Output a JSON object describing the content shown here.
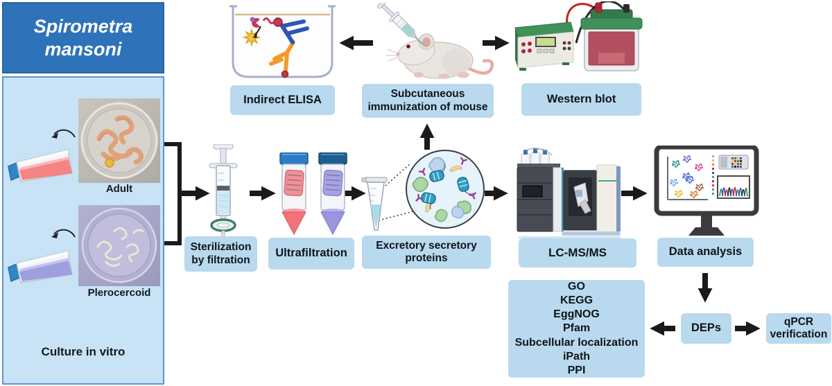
{
  "colors": {
    "header_bg": "#2e73b9",
    "panel_bg": "#c8e3f6",
    "panel_border": "#5e94cc",
    "label_box_bg": "#b9d9ef",
    "arrow": "#1a1a1a"
  },
  "side_panel": {
    "title": "Spirometra\nmansoni",
    "adult_label": "Adult",
    "plerocercoid_label": "Plerocercoid",
    "culture_label": "Culture in vitro"
  },
  "top_row": {
    "elisa_label": "Indirect ELISA",
    "immunization_label": "Subcutaneous\nimmunization of mouse",
    "western_blot_label": "Western blot"
  },
  "main_row": {
    "sterilization_label": "Sterilization\nby filtration",
    "ultrafiltration_label": "Ultrafiltration",
    "es_proteins_label": "Excretory secretory\nproteins",
    "lcms_label": "LC-MS/MS",
    "data_analysis_label": "Data analysis"
  },
  "bottom_row": {
    "analysis_items": [
      "GO",
      "KEGG",
      "EggNOG",
      "Pfam",
      "Subcellular localization",
      "iPath",
      "PPI"
    ],
    "deps_label": "DEPs",
    "qpcr_label": "qPCR\nverification"
  },
  "illustration_icons": [
    "culture-flask-adult-icon",
    "petri-dish-adult-icon",
    "petri-dish-plerocercoid-icon",
    "culture-flask-plerocercoid-icon",
    "elisa-well-icon",
    "mouse-injection-icon",
    "western-blot-apparatus-icon",
    "syringe-filter-icon",
    "ultrafiltration-tubes-icon",
    "microtube-proteins-icon",
    "mass-spectrometer-icon",
    "computer-monitor-icon"
  ]
}
